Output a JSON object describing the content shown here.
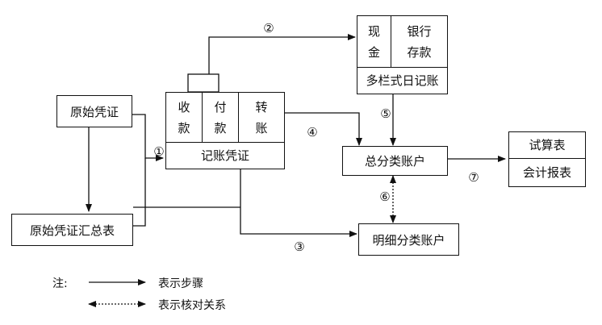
{
  "nodes": {
    "yuanshi_pingzheng": "原始凭证",
    "yuanshi_huizong": "原始凭证汇总表",
    "jizhang_pingzheng": {
      "cells": [
        "收\n款",
        "付\n款",
        "转\n账"
      ],
      "footer": "记账凭证"
    },
    "duolan_rijizhang": {
      "cells": [
        "现\n金",
        "银行\n存款"
      ],
      "footer": "多栏式日记账"
    },
    "zongfenlei": "总分类账户",
    "mingxi": "明细分类账户",
    "output": [
      "试算表",
      "会计报表"
    ]
  },
  "step_numbers": [
    "①",
    "②",
    "③",
    "④",
    "⑤",
    "⑥",
    "⑦"
  ],
  "legend": {
    "title": "注:",
    "solid": "表示步骤",
    "dotted": "表示核对关系"
  }
}
